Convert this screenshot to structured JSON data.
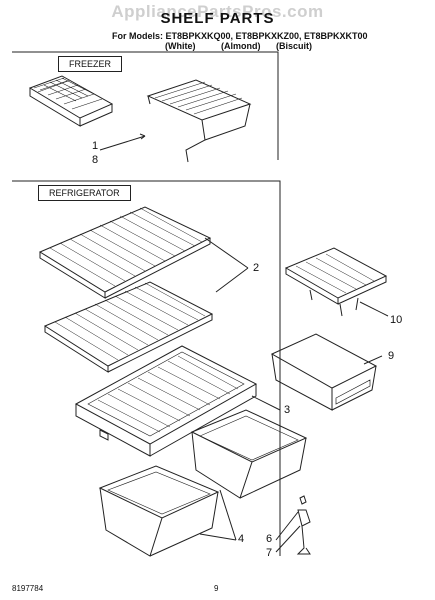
{
  "watermark": "AppliancePartsPros.com",
  "header": {
    "title": "SHELF PARTS",
    "models_line": "For Models: ET8BPKXKQ00, ET8BPKXKZ00, ET8BPKXKT00",
    "colors": [
      "(White)",
      "(Almond)",
      "(Biscuit)"
    ]
  },
  "sections": {
    "freezer": "FREEZER",
    "refrigerator": "REFRIGERATOR"
  },
  "callouts": {
    "c1": "1",
    "c8": "8",
    "c2": "2",
    "c10": "10",
    "c9": "9",
    "c3": "3",
    "c6": "6",
    "c7": "7",
    "c4": "4"
  },
  "footer": {
    "doc_number": "8197784",
    "page_number": "9"
  }
}
